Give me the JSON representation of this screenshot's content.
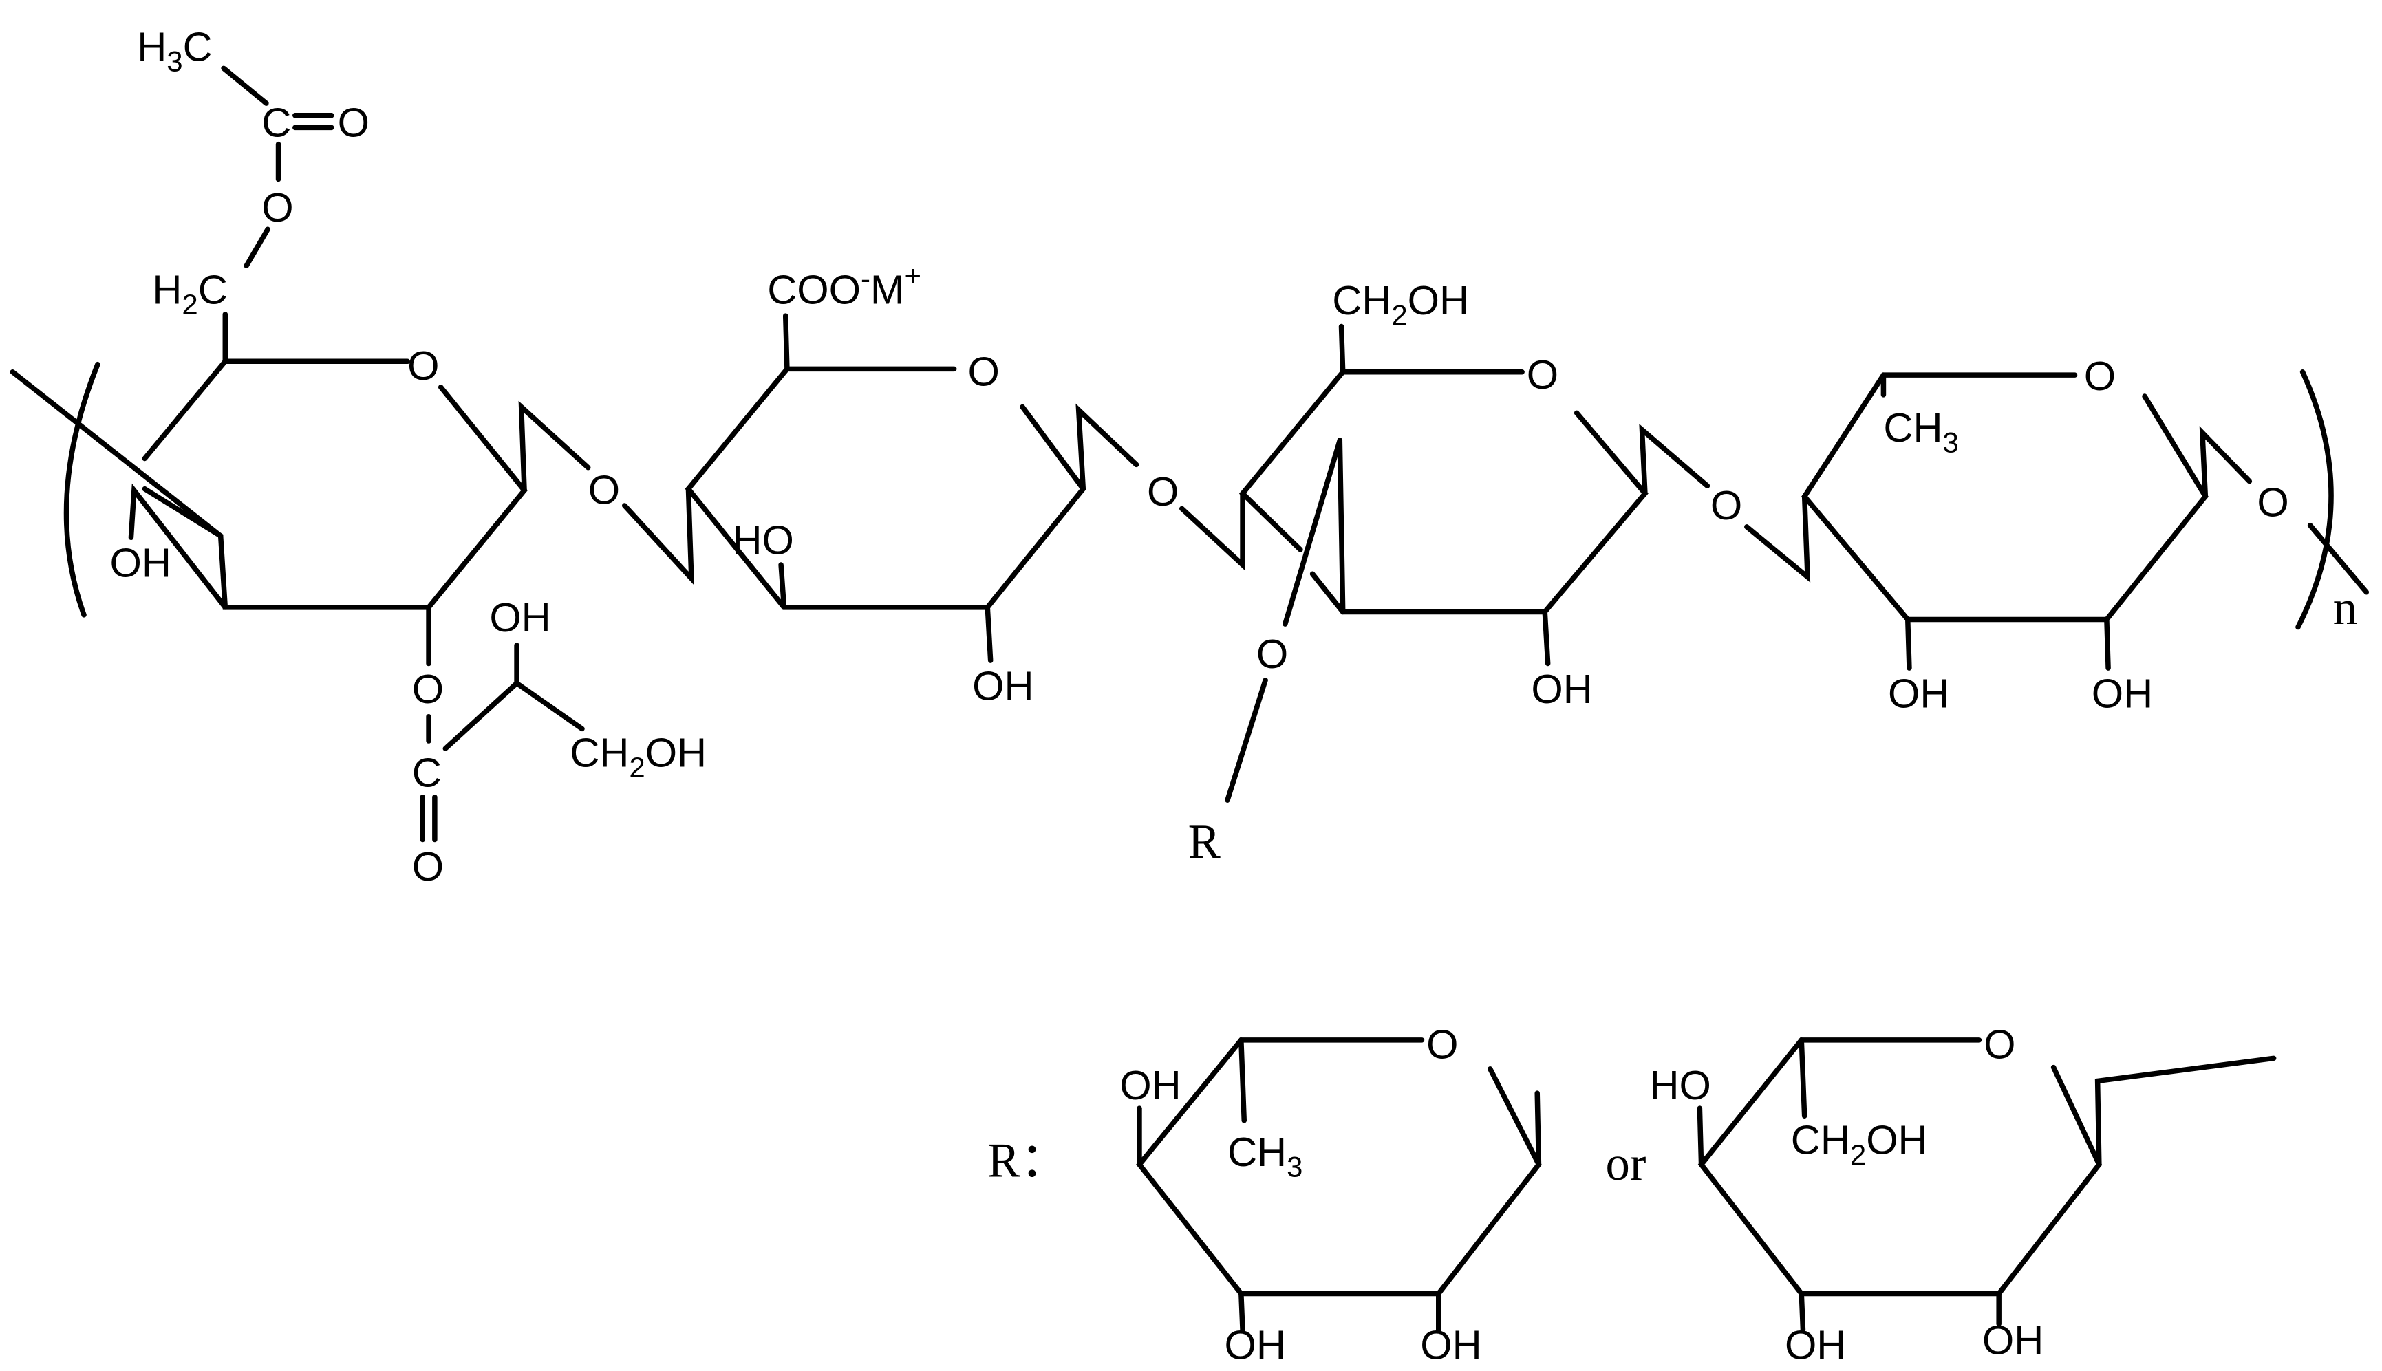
{
  "figure": {
    "type": "chemical-structure",
    "description": "Repeating unit of a heteropolysaccharide with substituent R",
    "colors": {
      "ink": "#000000",
      "background": "#ffffff"
    }
  },
  "repeat_unit": {
    "subscript": "n",
    "ring1": {
      "acetyl_methyl": "H3C",
      "acetyl_carbon": "C",
      "acetyl_carbonyl_O": "O",
      "ester_O": "O",
      "methylene": "H2C",
      "ring_O": "O",
      "hydroxyl": "OH",
      "glyceryl_ester_O": "O",
      "glyceryl_C": "C",
      "glyceryl_carbonyl_O": "O",
      "glyceryl_OH": "OH",
      "glyceryl_CH2OH": "CH2OH"
    },
    "link1_O": "O",
    "ring2": {
      "carboxylate": "COO-M+",
      "ring_O": "O",
      "hydroxyl_left": "HO",
      "hydroxyl_bottom": "OH"
    },
    "link2_O": "O",
    "ring3": {
      "hydroxymethyl": "CH2OH",
      "ring_O": "O",
      "branch_O": "O",
      "branch_R": "R",
      "hydroxyl": "OH"
    },
    "link3_O": "O",
    "ring4": {
      "methyl": "CH3",
      "ring_O": "O",
      "hydroxyl_left": "OH",
      "hydroxyl_right": "OH"
    },
    "link4_O": "O"
  },
  "substituent_R": {
    "label": "R：",
    "connector": "or",
    "option1": {
      "ring_O": "O",
      "hydroxyl_top": "OH",
      "methyl": "CH3",
      "hydroxyl_left": "OH",
      "hydroxyl_right": "OH"
    },
    "option2": {
      "ring_O": "O",
      "hydroxyl_top": "HO",
      "hydroxymethyl": "CH2OH",
      "hydroxyl_left": "OH",
      "hydroxyl_right": "OH"
    }
  }
}
